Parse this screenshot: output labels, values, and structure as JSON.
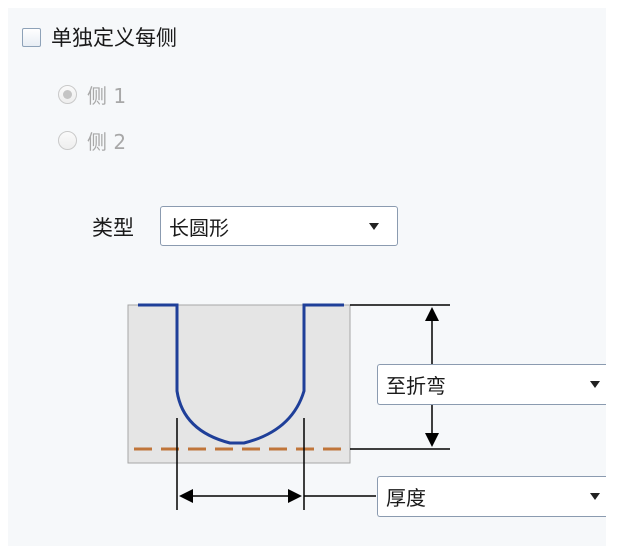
{
  "options": {
    "define_each_side": {
      "label": "单独定义每侧",
      "checked": false
    },
    "side1": {
      "label": "侧 1",
      "selected": true,
      "enabled": false
    },
    "side2": {
      "label": "侧 2",
      "selected": false,
      "enabled": false
    }
  },
  "type_field": {
    "label": "类型",
    "value": "长圆形"
  },
  "depth_select": {
    "value": "至折弯"
  },
  "width_select": {
    "value": "厚度"
  },
  "colors": {
    "profile": "#1f3f99",
    "bend_line": "#c0753a",
    "panel_bg": "#f6f8fa"
  }
}
